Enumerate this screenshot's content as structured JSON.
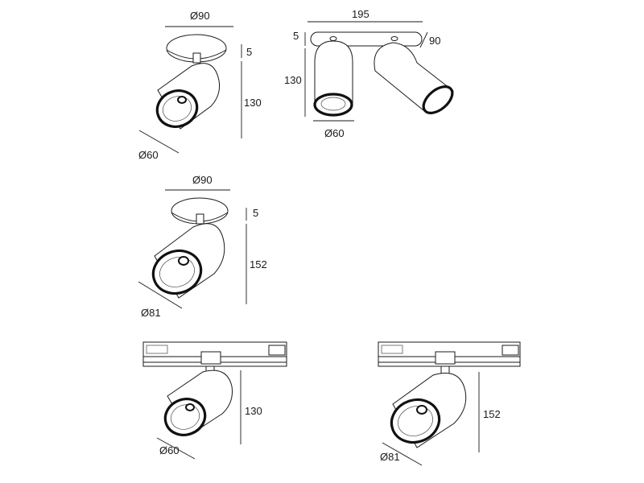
{
  "drawings": [
    {
      "name": "surface-single-60",
      "labels": {
        "top_dia": "Ø90",
        "mount": "5",
        "height": "130",
        "head_dia": "Ø60"
      }
    },
    {
      "name": "surface-double-60",
      "labels": {
        "width": "195",
        "mount": "5",
        "depth": "90",
        "height": "130",
        "head_dia": "Ø60"
      }
    },
    {
      "name": "surface-single-81",
      "labels": {
        "top_dia": "Ø90",
        "mount": "5",
        "height": "152",
        "head_dia": "Ø81"
      }
    },
    {
      "name": "track-60",
      "labels": {
        "height": "130",
        "head_dia": "Ø60"
      }
    },
    {
      "name": "track-81",
      "labels": {
        "height": "152",
        "head_dia": "Ø81"
      }
    }
  ]
}
